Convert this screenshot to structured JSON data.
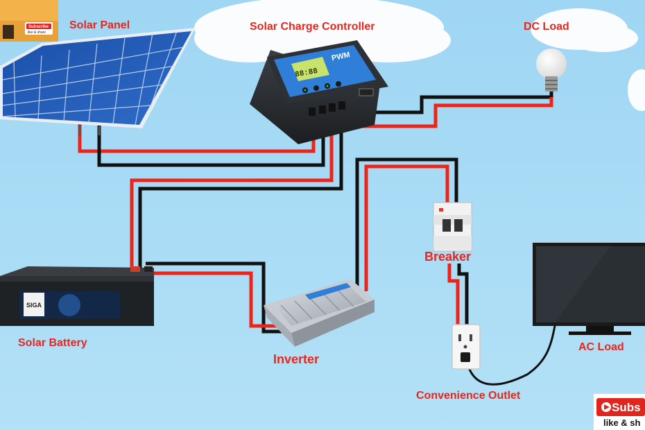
{
  "labels": {
    "solar_panel": "Solar Panel",
    "charge_controller": "Solar Charge Controller",
    "dc_load": "DC Load",
    "battery": "Solar Battery",
    "inverter": "Inverter",
    "breaker": "Breaker",
    "outlet": "Convenience Outlet",
    "ac_load": "AC Load"
  },
  "controller": {
    "display": "88:88",
    "badge": "PWM"
  },
  "battery_brand": "SIGA",
  "subscribe": {
    "top_button": "Subscribe",
    "top_sub": "like & share",
    "bottom_button": "Subs",
    "bottom_sub": "like & sh"
  },
  "colors": {
    "sky": "#a9dcf5",
    "wire_positive": "#ee2418",
    "wire_negative": "#111111",
    "label": "#e8261c"
  }
}
